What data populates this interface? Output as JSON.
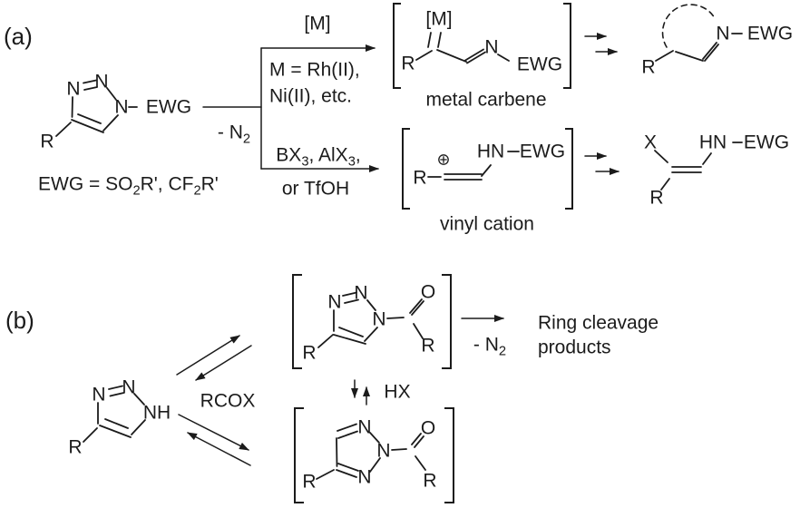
{
  "panel_a": {
    "label": "(a)",
    "reactant": {
      "n3": "N",
      "n2": "N",
      "n1": "N",
      "ewg": "EWG",
      "r": "R"
    },
    "ewg_definition": [
      {
        "text": "EWG = SO"
      },
      {
        "sub": "2"
      },
      {
        "text": "R', CF"
      },
      {
        "sub": "2"
      },
      {
        "text": "R'"
      }
    ],
    "branch": {
      "minus_n2": [
        {
          "text": "- N"
        },
        {
          "sub": "2"
        }
      ],
      "metal_arrow_label": "[M]",
      "conditions_metal_1": "M = Rh(II),",
      "conditions_metal_2": "Ni(II), etc.",
      "conditions_lewis_1": [
        {
          "text": "BX"
        },
        {
          "sub": "3"
        },
        {
          "text": ", AlX"
        },
        {
          "sub": "3"
        },
        {
          "text": ","
        }
      ],
      "conditions_lewis_2": "or TfOH"
    },
    "metal_carbene": {
      "m": "[M]",
      "r": "R",
      "n": "N",
      "ewg": "EWG",
      "caption": "metal carbene"
    },
    "cyclic_product": {
      "r": "R",
      "n": "N",
      "ewg": "EWG"
    },
    "vinyl_cation": {
      "r": "R",
      "hn": "HN",
      "ewg": "EWG",
      "caption": "vinyl cation"
    },
    "vinyl_product": {
      "x": "X",
      "r": "R",
      "hn": "HN",
      "ewg": "EWG"
    }
  },
  "panel_b": {
    "label": "(b)",
    "nh_triazole": {
      "n3": "N",
      "n2": "N",
      "nh": "NH",
      "r": "R"
    },
    "reagent": "RCOX",
    "n1_acyl_triazole": {
      "n3": "N",
      "n2": "N",
      "n1": "N",
      "o": "O",
      "ring_r": "R",
      "acyl_r": "R"
    },
    "equilibrium_label": "HX",
    "n2_acyl_triazole": {
      "n_top": "N",
      "n2": "N",
      "n_bot": "N",
      "o": "O",
      "ring_r": "R",
      "acyl_r": "R"
    },
    "minus_n2": [
      {
        "text": "- N"
      },
      {
        "sub": "2"
      }
    ],
    "products_line1": "Ring cleavage",
    "products_line2": "products"
  }
}
